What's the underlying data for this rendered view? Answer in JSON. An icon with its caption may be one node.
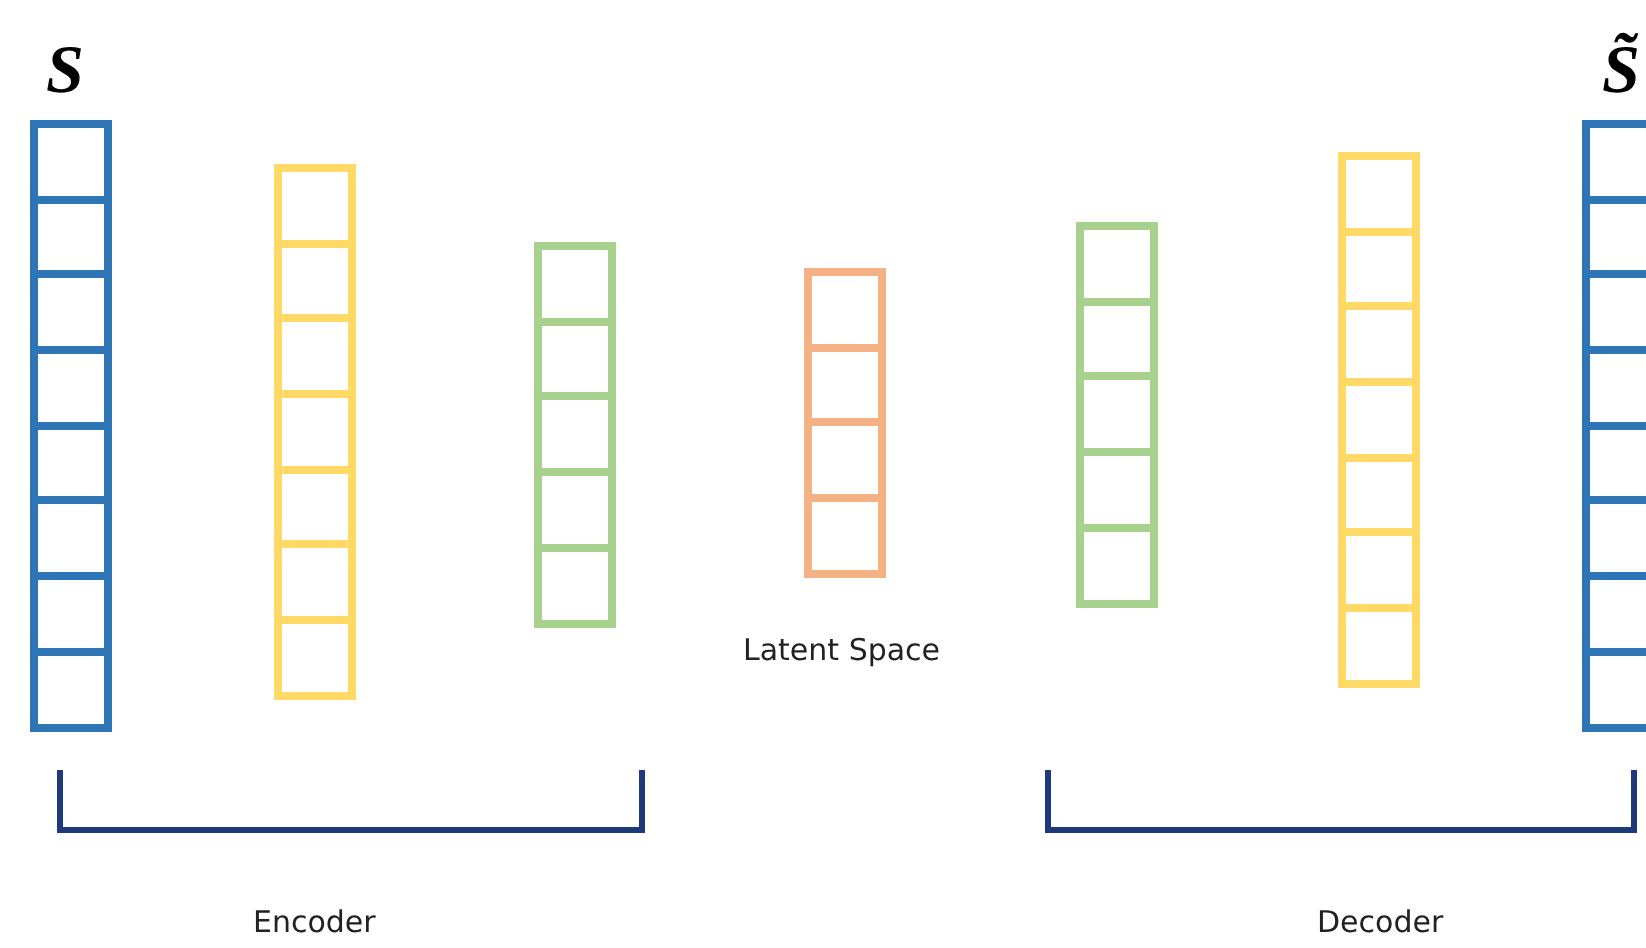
{
  "diagram": {
    "nodes": [
      {
        "text": [
          "S"
        ]
      },
      {
        "text": [],
        "shape": "box"
      },
      {
        "text": [],
        "shape": "box"
      },
      {
        "text": [],
        "shape": "box"
      },
      {
        "text": [],
        "shape": "box"
      },
      {
        "text": [],
        "shape": "box"
      },
      {
        "text": [
          "S̃"
        ]
      }
    ],
    "labels": [
      "Latent Space",
      "Encoder",
      "Decoder"
    ]
  }
}
